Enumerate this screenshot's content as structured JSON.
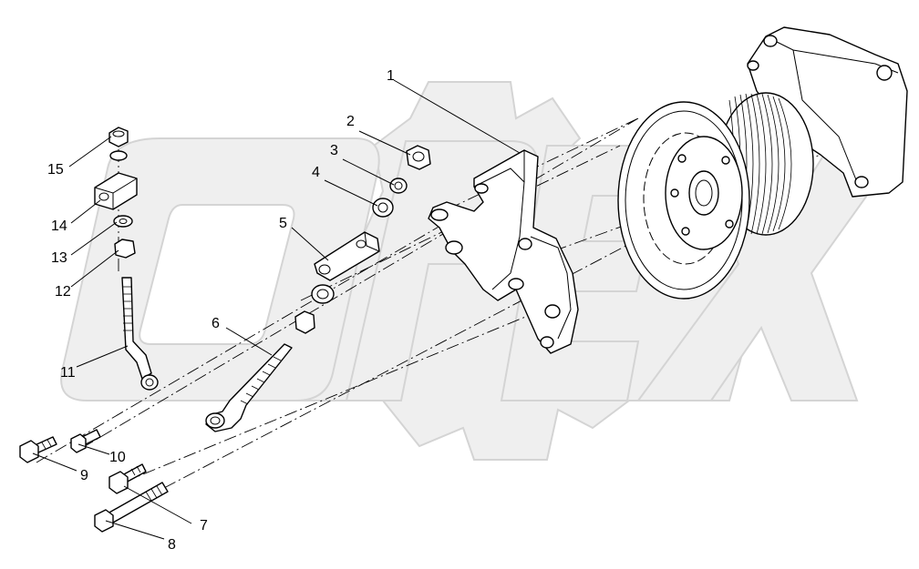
{
  "diagram": {
    "callouts": [
      {
        "id": "1",
        "label": "1"
      },
      {
        "id": "2",
        "label": "2"
      },
      {
        "id": "3",
        "label": "3"
      },
      {
        "id": "4",
        "label": "4"
      },
      {
        "id": "5",
        "label": "5"
      },
      {
        "id": "6",
        "label": "6"
      },
      {
        "id": "7",
        "label": "7"
      },
      {
        "id": "8",
        "label": "8"
      },
      {
        "id": "9",
        "label": "9"
      },
      {
        "id": "10",
        "label": "10"
      },
      {
        "id": "11",
        "label": "11"
      },
      {
        "id": "12",
        "label": "12"
      },
      {
        "id": "13",
        "label": "13"
      },
      {
        "id": "14",
        "label": "14"
      },
      {
        "id": "15",
        "label": "15"
      }
    ],
    "watermark": "OPEX"
  }
}
